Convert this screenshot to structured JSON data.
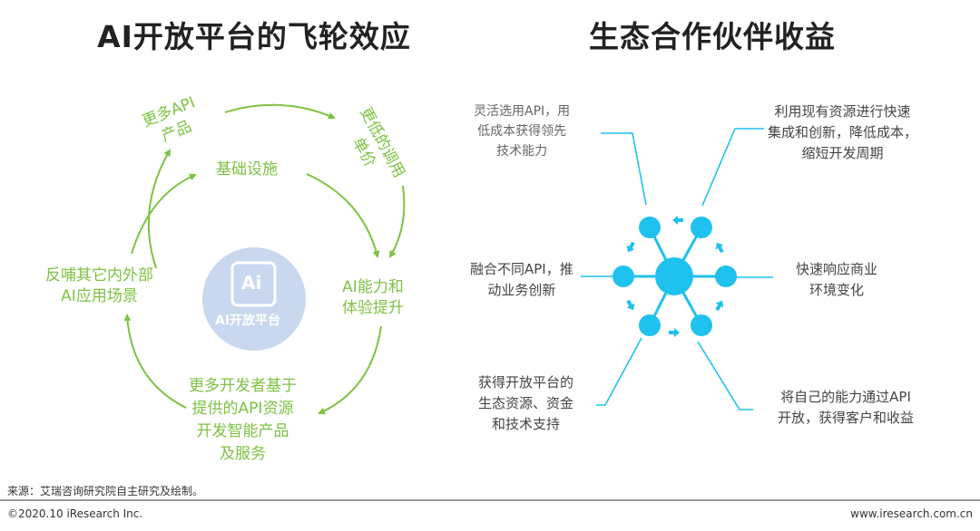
{
  "left": {
    "title": "AI开放平台的飞轮效应",
    "center_label": "AI开放平台",
    "center_icon_text": "Ai",
    "nodes": {
      "more_api": [
        "更多API",
        "产品"
      ],
      "lower_price": [
        "更低的调用",
        "单价"
      ],
      "infrastructure": [
        "基础设施"
      ],
      "feedback": [
        "反哺其它内外部",
        "AI应用场景"
      ],
      "capability": [
        "AI能力和",
        "体验提升"
      ],
      "developers": [
        "更多开发者基于",
        "提供的API资源",
        "开发智能产品",
        "及服务"
      ]
    }
  },
  "right": {
    "title": "生态合作伙伴收益",
    "benefits": {
      "top_left": [
        "灵活选用API，用",
        "低成本获得领先",
        "技术能力"
      ],
      "top_right": [
        "利用现有资源进行快速",
        "集成和创新，降低成本，",
        "缩短开发周期"
      ],
      "mid_left": [
        "融合不同API，推",
        "动业务创新"
      ],
      "mid_right": [
        "快速响应商业",
        "环境变化"
      ],
      "bottom_left": [
        "获得开放平台的",
        "生态资源、资金",
        "和技术支持"
      ],
      "bottom_right": [
        "将自己的能力通过API",
        "开放，获得客户和收益"
      ]
    }
  },
  "footer": {
    "source": "来源：艾瑞咨询研究院自主研究及绘制。",
    "copyright": "©2020.10 iResearch Inc.",
    "website": "www.iresearch.com.cn"
  },
  "colors": {
    "green": "#7dc242",
    "blue": "#1fc1ee",
    "circle": "#c9d8ef"
  }
}
